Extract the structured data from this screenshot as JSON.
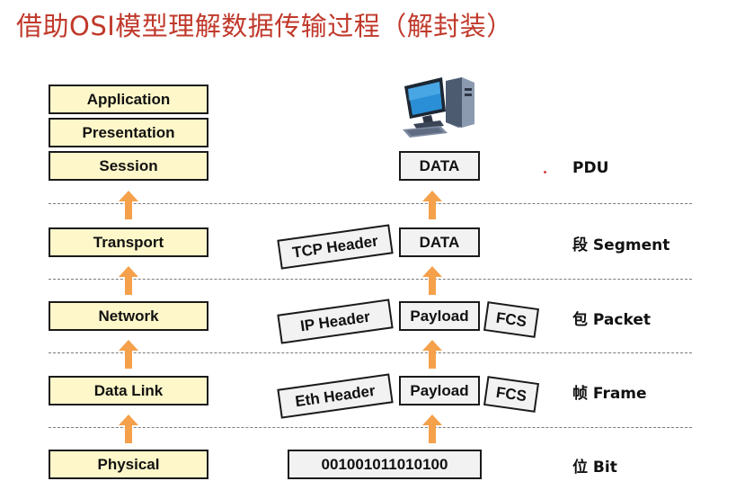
{
  "title": "借助OSI模型理解数据传输过程（解封装）",
  "layers": {
    "application": "Application",
    "presentation": "Presentation",
    "session": "Session",
    "transport": "Transport",
    "network": "Network",
    "data_link": "Data Link",
    "physical": "Physical"
  },
  "pdu_units": {
    "pdu": "PDU",
    "segment": "段 Segment",
    "packet": "包 Packet",
    "frame": "帧 Frame",
    "bit": "位 Bit"
  },
  "session_row": {
    "data": "DATA"
  },
  "transport_row": {
    "header": "TCP Header",
    "data": "DATA"
  },
  "network_row": {
    "header": "IP Header",
    "payload": "Payload",
    "trailer": "FCS"
  },
  "datalink_row": {
    "header": "Eth Header",
    "payload": "Payload",
    "trailer": "FCS"
  },
  "physical_row": {
    "bits": "001001011010100"
  },
  "icons": {
    "computer": "computer-icon",
    "arrow": "arrow-up-icon"
  },
  "colors": {
    "title": "#c0392b",
    "layer_fill": "#fdf7c9",
    "arrow": "#f5a04a",
    "box_fill": "#f2f2f2"
  }
}
